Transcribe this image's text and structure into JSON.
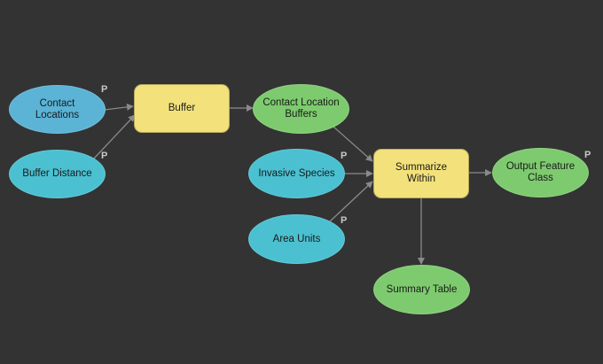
{
  "nodes": {
    "contact_locations": "Contact\nLocations",
    "buffer_distance": "Buffer Distance",
    "buffer": "Buffer",
    "contact_location_buffers": "Contact Location\nBuffers",
    "invasive_species": "Invasive Species",
    "area_units": "Area Units",
    "summarize_within": "Summarize\nWithin",
    "output_feature_class": "Output Feature\nClass",
    "summary_table": "Summary Table"
  },
  "parameter_marker": "P",
  "colors": {
    "background": "#333333",
    "input_variable": "#5bb3d6",
    "parameter_variable": "#4bc0d0",
    "tool": "#f3e27b",
    "derived_data": "#7dcb6e",
    "connector": "#8a8a8a"
  }
}
